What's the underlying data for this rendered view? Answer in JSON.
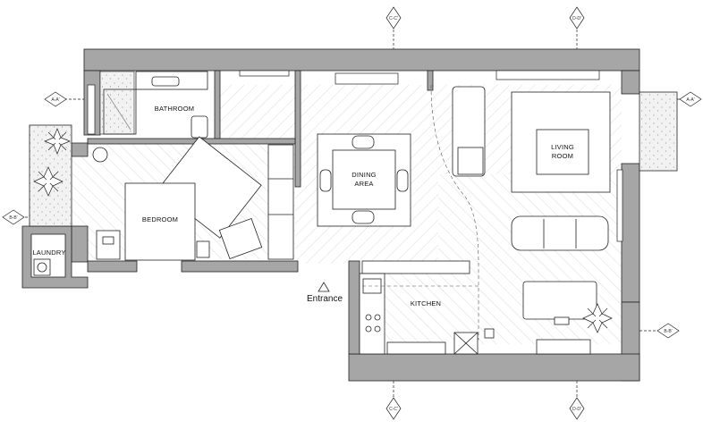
{
  "plan": {
    "rooms": {
      "bathroom": "BATHROOM",
      "bedroom": "BEDROOM",
      "laundry": "LAUNDRY",
      "dining_line1": "DINING",
      "dining_line2": "AREA",
      "living_line1": "LIVING",
      "living_line2": "ROOM",
      "kitchen": "KITCHEN"
    },
    "entrance": "Entrance",
    "section_markers": {
      "top_left": "C-C'",
      "top_right": "D-D'",
      "bottom_left": "C-C'",
      "bottom_right": "D-D'",
      "left_top": "A-A'",
      "left_mid": "B-B'",
      "right_top": "A-A'",
      "right_bottom": "B-B'"
    },
    "colors": {
      "wall": "#a6a6a6",
      "line": "#222222",
      "hatch": "#d9d9d9",
      "planter": "#efefef"
    }
  }
}
